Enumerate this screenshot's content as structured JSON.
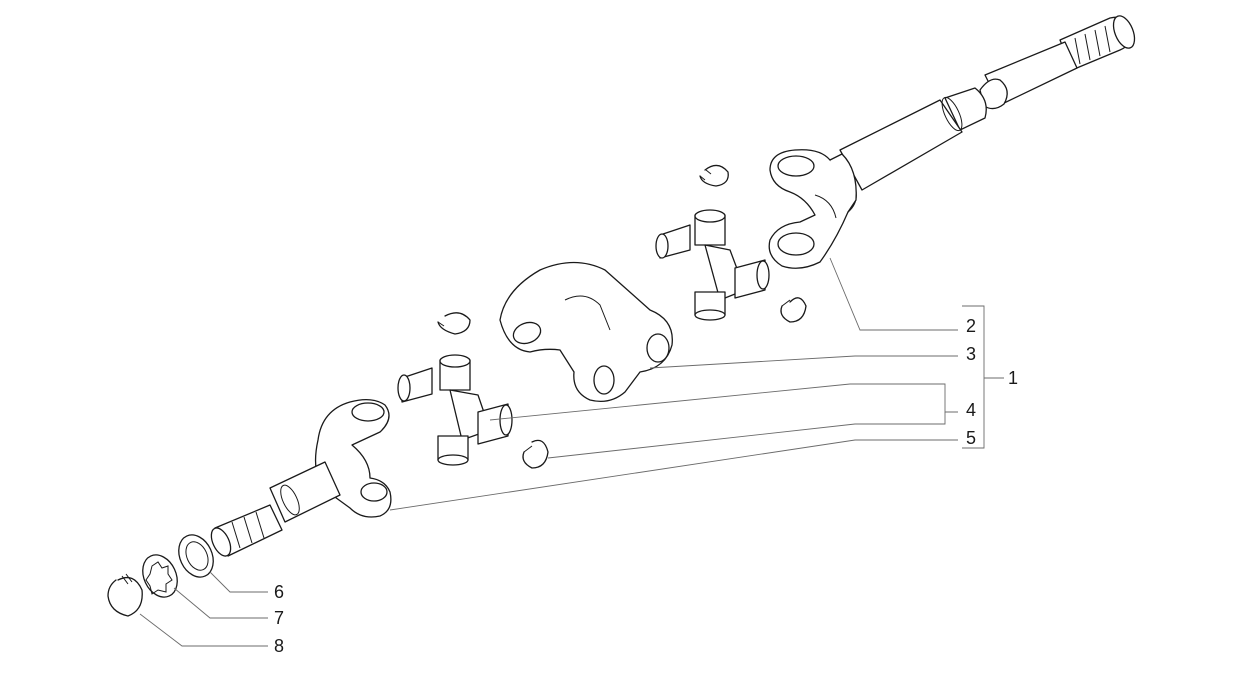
{
  "diagram": {
    "callouts": [
      "1",
      "2",
      "3",
      "4",
      "5",
      "6",
      "7",
      "8"
    ],
    "parts": [
      "long-axle-shaft",
      "outer-yoke",
      "center-yoke",
      "universal-joint-cross-upper",
      "universal-joint-cross-lower",
      "stub-shaft-yoke",
      "washer",
      "splined-washer",
      "snap-ring"
    ]
  }
}
